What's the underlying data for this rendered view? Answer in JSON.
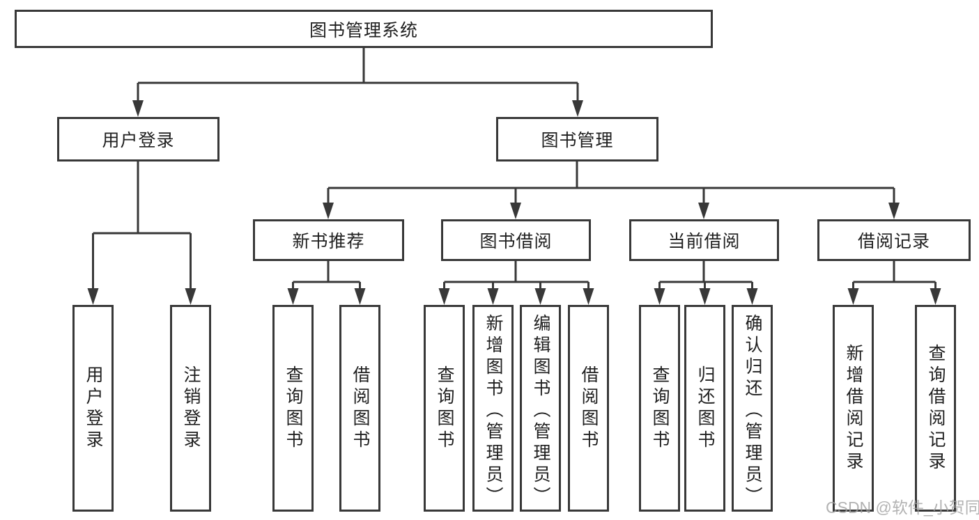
{
  "colors": {
    "line": "#383838",
    "text": "#1f1f1f",
    "watermark": "#a0a0a0"
  },
  "watermark": "CSDN @软件_小贺同学",
  "nodes": {
    "root": "图书管理系统",
    "user_login": "用户登录",
    "book_mgmt": "图书管理",
    "new_book": "新书推荐",
    "book_borrow": "图书借阅",
    "current_borrow": "当前借阅",
    "borrow_records": "借阅记录",
    "leaves": {
      "user_login_1": "用户登录",
      "user_login_2": "注销登录",
      "new_book_1": "查询图书",
      "new_book_2": "借阅图书",
      "borrow_1": "查询图书",
      "borrow_2": "新增图书（管理员）",
      "borrow_3": "编辑图书（管理员）",
      "borrow_4": "借阅图书",
      "current_1": "查询图书",
      "current_2": "归还图书",
      "current_3": "确认归还（管理员）",
      "records_1": "新增借阅记录",
      "records_2": "查询借阅记录"
    }
  }
}
